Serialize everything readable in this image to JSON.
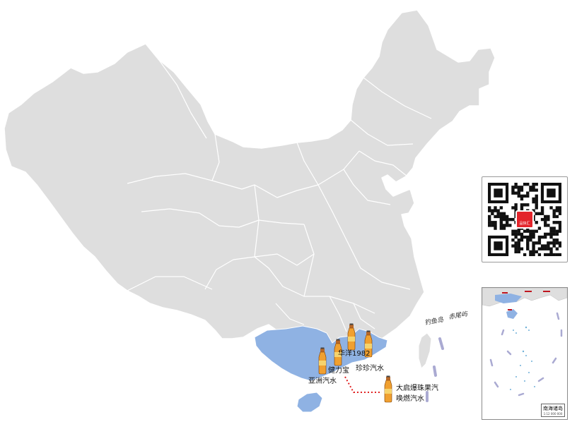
{
  "map": {
    "land_color": "#dedede",
    "border_color": "#ffffff",
    "highlight_color": "#8fb2e3",
    "route_color": "#e02020"
  },
  "brands": {
    "huayang": "华洋1982",
    "jianlibao": "健力宝",
    "zhenzhen": "珍珍汽水",
    "yazhou": "亚洲汽水",
    "daqi": "大启爆珠果汽",
    "huanran": "唤燃汽水"
  },
  "islands": {
    "diaoyu": "钓鱼岛",
    "chiwei": "赤尾屿"
  },
  "qr": {
    "logo_text": "品快汇"
  },
  "inset": {
    "name": "南海诸岛",
    "scale": "1:12 000 000"
  },
  "icons": {
    "bottle": "soda-bottle-icon",
    "qr": "qr-code-icon"
  }
}
